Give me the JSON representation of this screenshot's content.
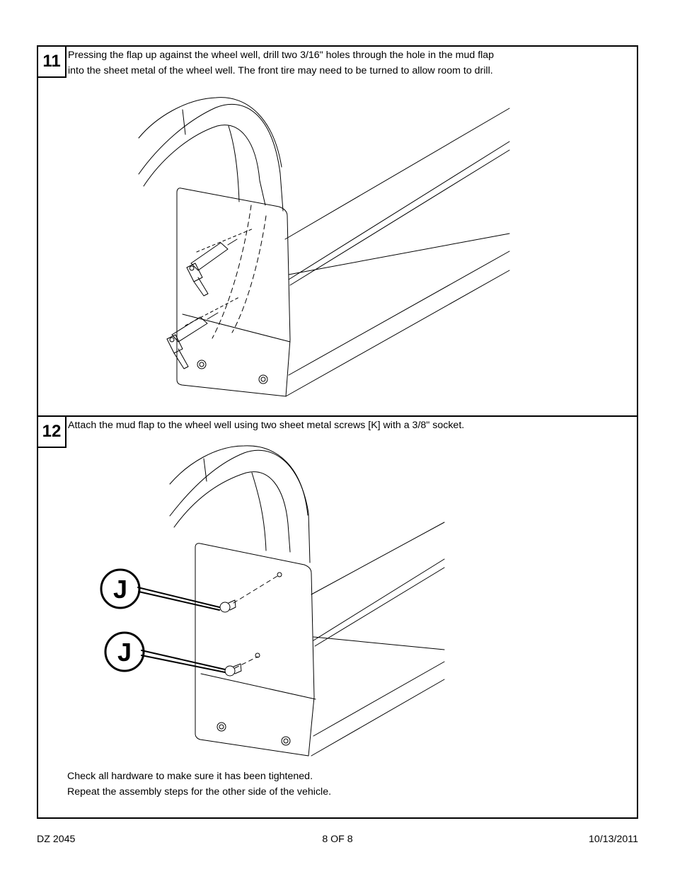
{
  "steps": [
    {
      "number": "11",
      "text": "Pressing the flap up against the wheel well, drill two 3/16\" holes through the hole in the mud flap\ninto the sheet metal of the wheel well.  The front tire may need to be turned to allow room to drill."
    },
    {
      "number": "12",
      "text": "Attach the mud flap to the wheel well using two sheet metal screws [K] with a 3/8\" socket.",
      "callouts": [
        "J",
        "J"
      ]
    }
  ],
  "notes": [
    "Check all hardware to make sure it has been tightened.",
    "Repeat the assembly steps for the other side of the vehicle."
  ],
  "footer": {
    "left": "DZ 2045",
    "center": "8 OF 8",
    "right": "10/13/2011"
  }
}
